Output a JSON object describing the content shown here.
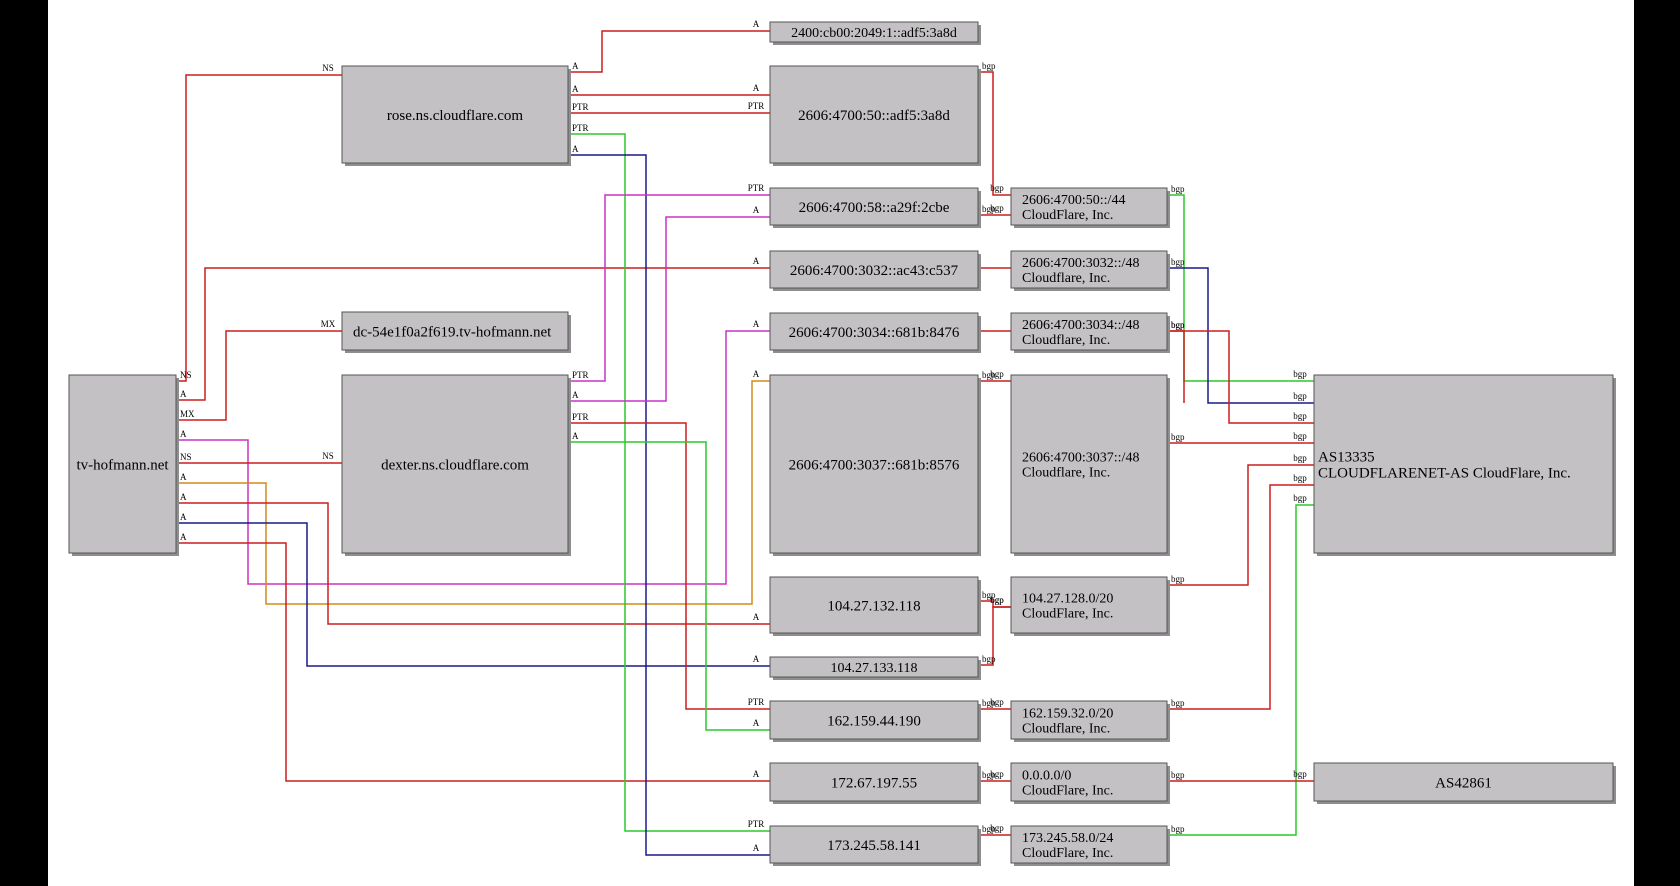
{
  "colors": {
    "red": "#cc1f1f",
    "green": "#2bc82b",
    "blue": "#1a1a8c",
    "magenta": "#c832c8",
    "orange": "#d48a1c",
    "node_fill": "#c4c1c4",
    "background": "#ffffff"
  },
  "nodes": [
    {
      "id": "root",
      "lines": [
        "tv-hofmann.net"
      ]
    },
    {
      "id": "rose",
      "lines": [
        "rose.ns.cloudflare.com"
      ]
    },
    {
      "id": "mx",
      "lines": [
        "dc-54e1f0a2f619.tv-hofmann.net"
      ]
    },
    {
      "id": "dexter",
      "lines": [
        "dexter.ns.cloudflare.com"
      ]
    },
    {
      "id": "ip_2400",
      "lines": [
        "2400:cb00:2049:1::adf5:3a8d"
      ]
    },
    {
      "id": "ip_50",
      "lines": [
        "2606:4700:50::adf5:3a8d"
      ]
    },
    {
      "id": "ip_58",
      "lines": [
        "2606:4700:58::a29f:2cbe"
      ]
    },
    {
      "id": "ip_3032",
      "lines": [
        "2606:4700:3032::ac43:c537"
      ]
    },
    {
      "id": "ip_3034",
      "lines": [
        "2606:4700:3034::681b:8476"
      ]
    },
    {
      "id": "ip_3037",
      "lines": [
        "2606:4700:3037::681b:8576"
      ]
    },
    {
      "id": "ip_104_132",
      "lines": [
        "104.27.132.118"
      ]
    },
    {
      "id": "ip_104_133",
      "lines": [
        "104.27.133.118"
      ]
    },
    {
      "id": "ip_162",
      "lines": [
        "162.159.44.190"
      ]
    },
    {
      "id": "ip_172",
      "lines": [
        "172.67.197.55"
      ]
    },
    {
      "id": "ip_173",
      "lines": [
        "173.245.58.141"
      ]
    },
    {
      "id": "net_50",
      "lines": [
        "2606:4700:50::/44",
        "CloudFlare, Inc."
      ]
    },
    {
      "id": "net_3032",
      "lines": [
        "2606:4700:3032::/48",
        "Cloudflare, Inc."
      ]
    },
    {
      "id": "net_3034",
      "lines": [
        "2606:4700:3034::/48",
        "Cloudflare, Inc."
      ]
    },
    {
      "id": "net_3037",
      "lines": [
        "2606:4700:3037::/48",
        "Cloudflare, Inc."
      ]
    },
    {
      "id": "net_104",
      "lines": [
        "104.27.128.0/20",
        "CloudFlare, Inc."
      ]
    },
    {
      "id": "net_162",
      "lines": [
        "162.159.32.0/20",
        "Cloudflare, Inc."
      ]
    },
    {
      "id": "net_0",
      "lines": [
        "0.0.0.0/0",
        "CloudFlare, Inc."
      ]
    },
    {
      "id": "net_173",
      "lines": [
        "173.245.58.0/24",
        "CloudFlare, Inc."
      ]
    },
    {
      "id": "as13335",
      "lines": [
        "AS13335",
        "CLOUDFLARENET-AS CloudFlare, Inc."
      ]
    },
    {
      "id": "as42861",
      "lines": [
        "AS42861"
      ]
    }
  ],
  "edges": [
    {
      "from": "root",
      "to": "rose",
      "label": "NS",
      "color": "red"
    },
    {
      "from": "root",
      "to": "ip_3032",
      "label": "A",
      "color": "red"
    },
    {
      "from": "root",
      "to": "mx",
      "label": "MX",
      "color": "red"
    },
    {
      "from": "root",
      "to": "ip_3034",
      "label": "A",
      "color": "magenta"
    },
    {
      "from": "root",
      "to": "dexter",
      "label": "NS",
      "color": "red"
    },
    {
      "from": "root",
      "to": "ip_3037",
      "label": "A",
      "color": "orange"
    },
    {
      "from": "root",
      "to": "ip_104_132",
      "label": "A",
      "color": "red"
    },
    {
      "from": "root",
      "to": "ip_104_133",
      "label": "A",
      "color": "blue"
    },
    {
      "from": "root",
      "to": "ip_172",
      "label": "A",
      "color": "red"
    },
    {
      "from": "rose",
      "to": "ip_2400",
      "label": "A",
      "color": "red"
    },
    {
      "from": "rose",
      "to": "ip_50",
      "label": "A",
      "color": "red"
    },
    {
      "from": "rose",
      "to": "ip_50",
      "label": "PTR",
      "color": "red"
    },
    {
      "from": "rose",
      "to": "ip_173",
      "label": "PTR",
      "color": "green"
    },
    {
      "from": "rose",
      "to": "ip_173",
      "label": "A",
      "color": "blue"
    },
    {
      "from": "dexter",
      "to": "ip_58",
      "label": "PTR",
      "color": "magenta"
    },
    {
      "from": "dexter",
      "to": "ip_58",
      "label": "A",
      "color": "magenta"
    },
    {
      "from": "dexter",
      "to": "ip_162",
      "label": "PTR",
      "color": "red"
    },
    {
      "from": "dexter",
      "to": "ip_162",
      "label": "A",
      "color": "green"
    },
    {
      "from": "ip_50",
      "to": "net_50",
      "label": "bgp",
      "color": "red"
    },
    {
      "from": "ip_58",
      "to": "net_50",
      "label": "bgp",
      "color": "red"
    },
    {
      "from": "ip_3032",
      "to": "net_3032",
      "label": "",
      "color": "red"
    },
    {
      "from": "ip_3034",
      "to": "net_3034",
      "label": "",
      "color": "red"
    },
    {
      "from": "ip_3037",
      "to": "net_3037",
      "label": "bgp",
      "color": "red"
    },
    {
      "from": "ip_104_132",
      "to": "net_104",
      "label": "bgp",
      "color": "red"
    },
    {
      "from": "ip_104_133",
      "to": "net_104",
      "label": "bgp",
      "color": "red"
    },
    {
      "from": "ip_162",
      "to": "net_162",
      "label": "bgp",
      "color": "red"
    },
    {
      "from": "ip_172",
      "to": "net_0",
      "label": "bgp",
      "color": "red"
    },
    {
      "from": "ip_173",
      "to": "net_173",
      "label": "bgp",
      "color": "red"
    },
    {
      "from": "net_50",
      "to": "as13335",
      "label": "bgp",
      "color": "green"
    },
    {
      "from": "net_3032",
      "to": "as13335",
      "label": "bgp",
      "color": "blue"
    },
    {
      "from": "net_3034",
      "to": "as13335",
      "label": "bgp",
      "color": "red"
    },
    {
      "from": "net_3034",
      "to": "as13335",
      "label": "bgp",
      "color": "red"
    },
    {
      "from": "net_3037",
      "to": "as13335",
      "label": "bgp",
      "color": "red"
    },
    {
      "from": "net_104",
      "to": "as13335",
      "label": "bgp",
      "color": "red"
    },
    {
      "from": "net_162",
      "to": "as13335",
      "label": "bgp",
      "color": "red"
    },
    {
      "from": "net_173",
      "to": "as13335",
      "label": "bgp",
      "color": "green"
    },
    {
      "from": "net_0",
      "to": "as42861",
      "label": "bgp",
      "color": "red"
    }
  ]
}
